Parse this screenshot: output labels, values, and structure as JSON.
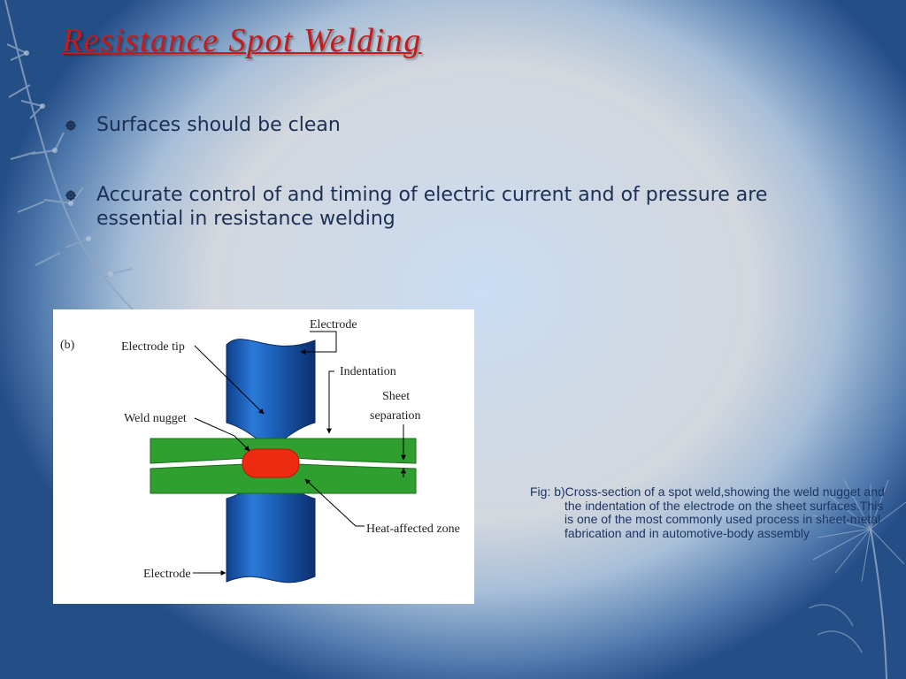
{
  "slide": {
    "title": "Resistance Spot Welding",
    "bullets": [
      "Surfaces should be clean",
      "Accurate control of and timing of electric current and of pressure are essential in resistance welding"
    ]
  },
  "figure": {
    "panel_label": "(b)",
    "labels": {
      "electrode_top": "Electrode",
      "electrode_tip": "Electrode tip",
      "indentation": "Indentation",
      "sheet": "Sheet",
      "separation": "separation",
      "weld_nugget": "Weld nugget",
      "heat_affected_zone": "Heat-affected zone",
      "electrode_bottom": "Electrode"
    },
    "caption": "Fig: b)Cross-section of a spot weld,showing the weld nugget and the indentation of the electrode on the sheet surfaces.This is one of the most commonly used process in sheet-metal fabrication and in automotive-body assembly"
  },
  "colors": {
    "title": "#c21c1c",
    "text": "#1c2f55",
    "electrode": "#1b5fb8",
    "sheet": "#2fa02f",
    "nugget": "#ee2a10"
  }
}
